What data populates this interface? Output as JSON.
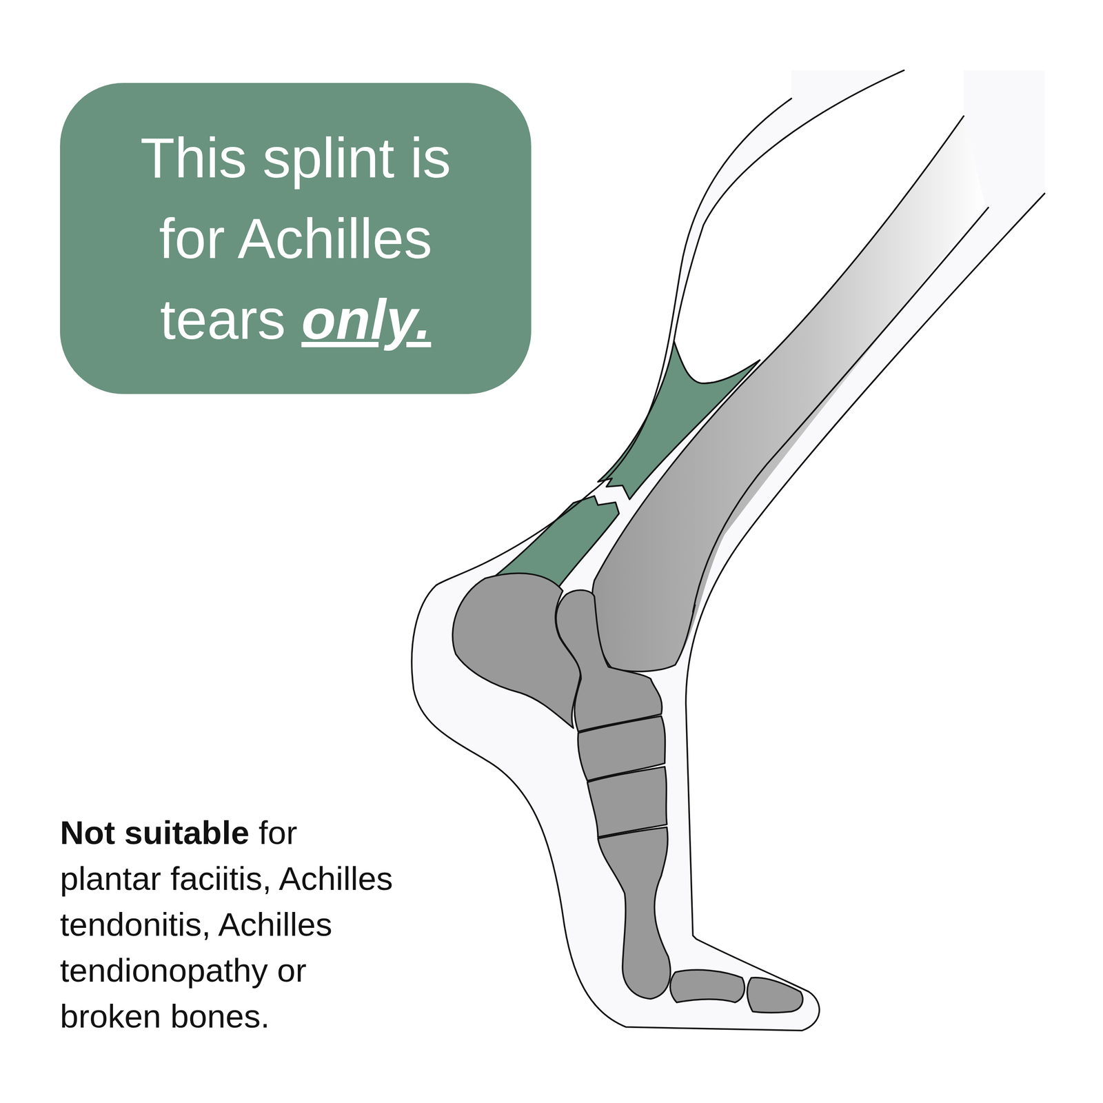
{
  "diagram": {
    "nodes": [
      {
        "text": [
          "This splint is for Achilles tears",
          "only."
        ]
      }
    ],
    "labels": [
      "Not suitable",
      "for plantar faciitis, Achilles tendonitis, Achilles tendionopathy or broken bones."
    ]
  }
}
